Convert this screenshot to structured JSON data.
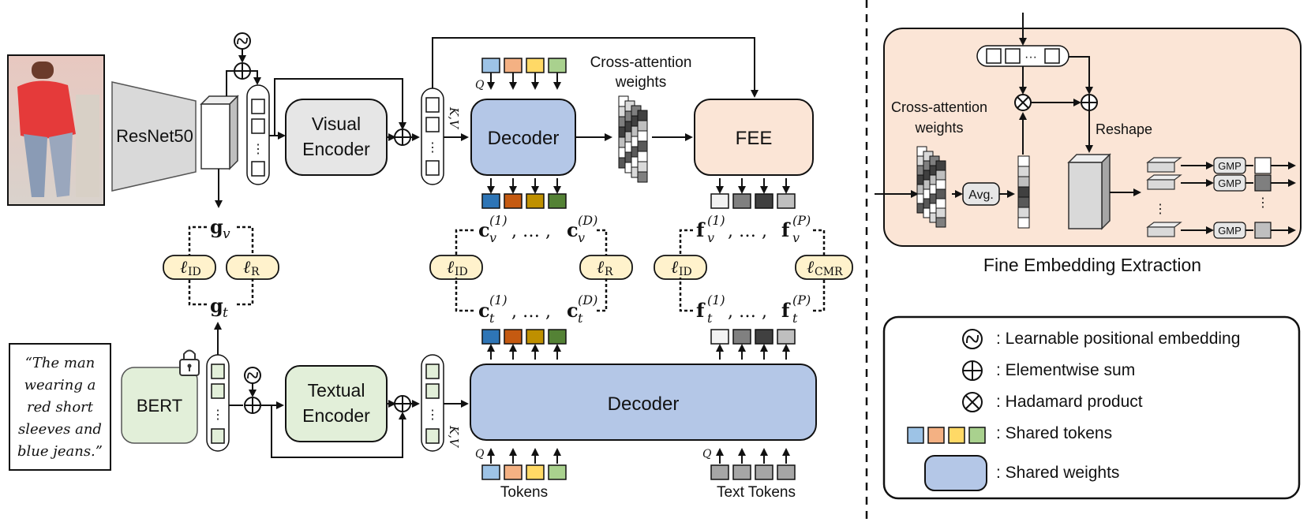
{
  "colors": {
    "decoder_fill": "#b4c7e7",
    "encoder_grey": "#e6e6e6",
    "bert_fill": "#e2efd9",
    "fee_fill": "#fbe5d6",
    "loss_fill": "#fff2cc",
    "shared_tokens": [
      "#9dc3e6",
      "#f4b183",
      "#ffd966",
      "#a9d18e"
    ],
    "output_tokens": [
      "#2e75b6",
      "#c55a11",
      "#bf9000",
      "#548235"
    ],
    "fine_tokens": [
      "#f2f2f2",
      "#808080",
      "#404040",
      "#bfbfbf"
    ]
  },
  "visual_branch": {
    "resnet": "ResNet50",
    "encoder": [
      "Visual",
      "Encoder"
    ],
    "decoder": "Decoder",
    "kv": "K,V",
    "q": "Q",
    "cross_attention": [
      "Cross-attention",
      "weights"
    ],
    "fee": "FEE",
    "g_v": "g",
    "g_v_sub": "v",
    "c_v": "c",
    "c_v_sub": "v",
    "c_v_sup1": "(1)",
    "c_v_supD": "(D)",
    "f_v": "f",
    "f_v_sub": "v",
    "f_v_sup1": "(1)",
    "f_v_supP": "(P)",
    "dots": ", … ,"
  },
  "textual_branch": {
    "caption": [
      "“The man",
      "wearing a",
      "red short",
      "sleeves and",
      "blue jeans.”"
    ],
    "bert": "BERT",
    "encoder": [
      "Textual",
      "Encoder"
    ],
    "decoder": "Decoder",
    "kv": "K,V",
    "q": "Q",
    "tokens": "Tokens",
    "text_tokens": "Text Tokens",
    "g_t": "g",
    "g_t_sub": "t",
    "c_t": "c",
    "c_t_sub": "t",
    "c_t_sup1": "(1)",
    "c_t_supD": "(D)",
    "f_t": "f",
    "f_t_sub": "t",
    "f_t_sup1": "(1)",
    "f_t_supP": "(P)",
    "dots": ", … ,"
  },
  "losses": {
    "l": "ℓ",
    "id": "ID",
    "r": "R",
    "cmr": "CMR"
  },
  "fee_detail": {
    "title": "Fine Embedding Extraction",
    "cross_attention": [
      "Cross-attention",
      "weights"
    ],
    "avg": "Avg.",
    "reshape": "Reshape",
    "gmp": "GMP"
  },
  "legend": {
    "items": [
      {
        "symbol": "positional-embedding",
        "label": ": Learnable positional embedding"
      },
      {
        "symbol": "elementwise-sum",
        "label": ": Elementwise sum"
      },
      {
        "symbol": "hadamard-product",
        "label": ": Hadamard product"
      },
      {
        "symbol": "shared-tokens",
        "label": ": Shared tokens"
      },
      {
        "symbol": "shared-weights",
        "label": ": Shared weights"
      }
    ]
  }
}
